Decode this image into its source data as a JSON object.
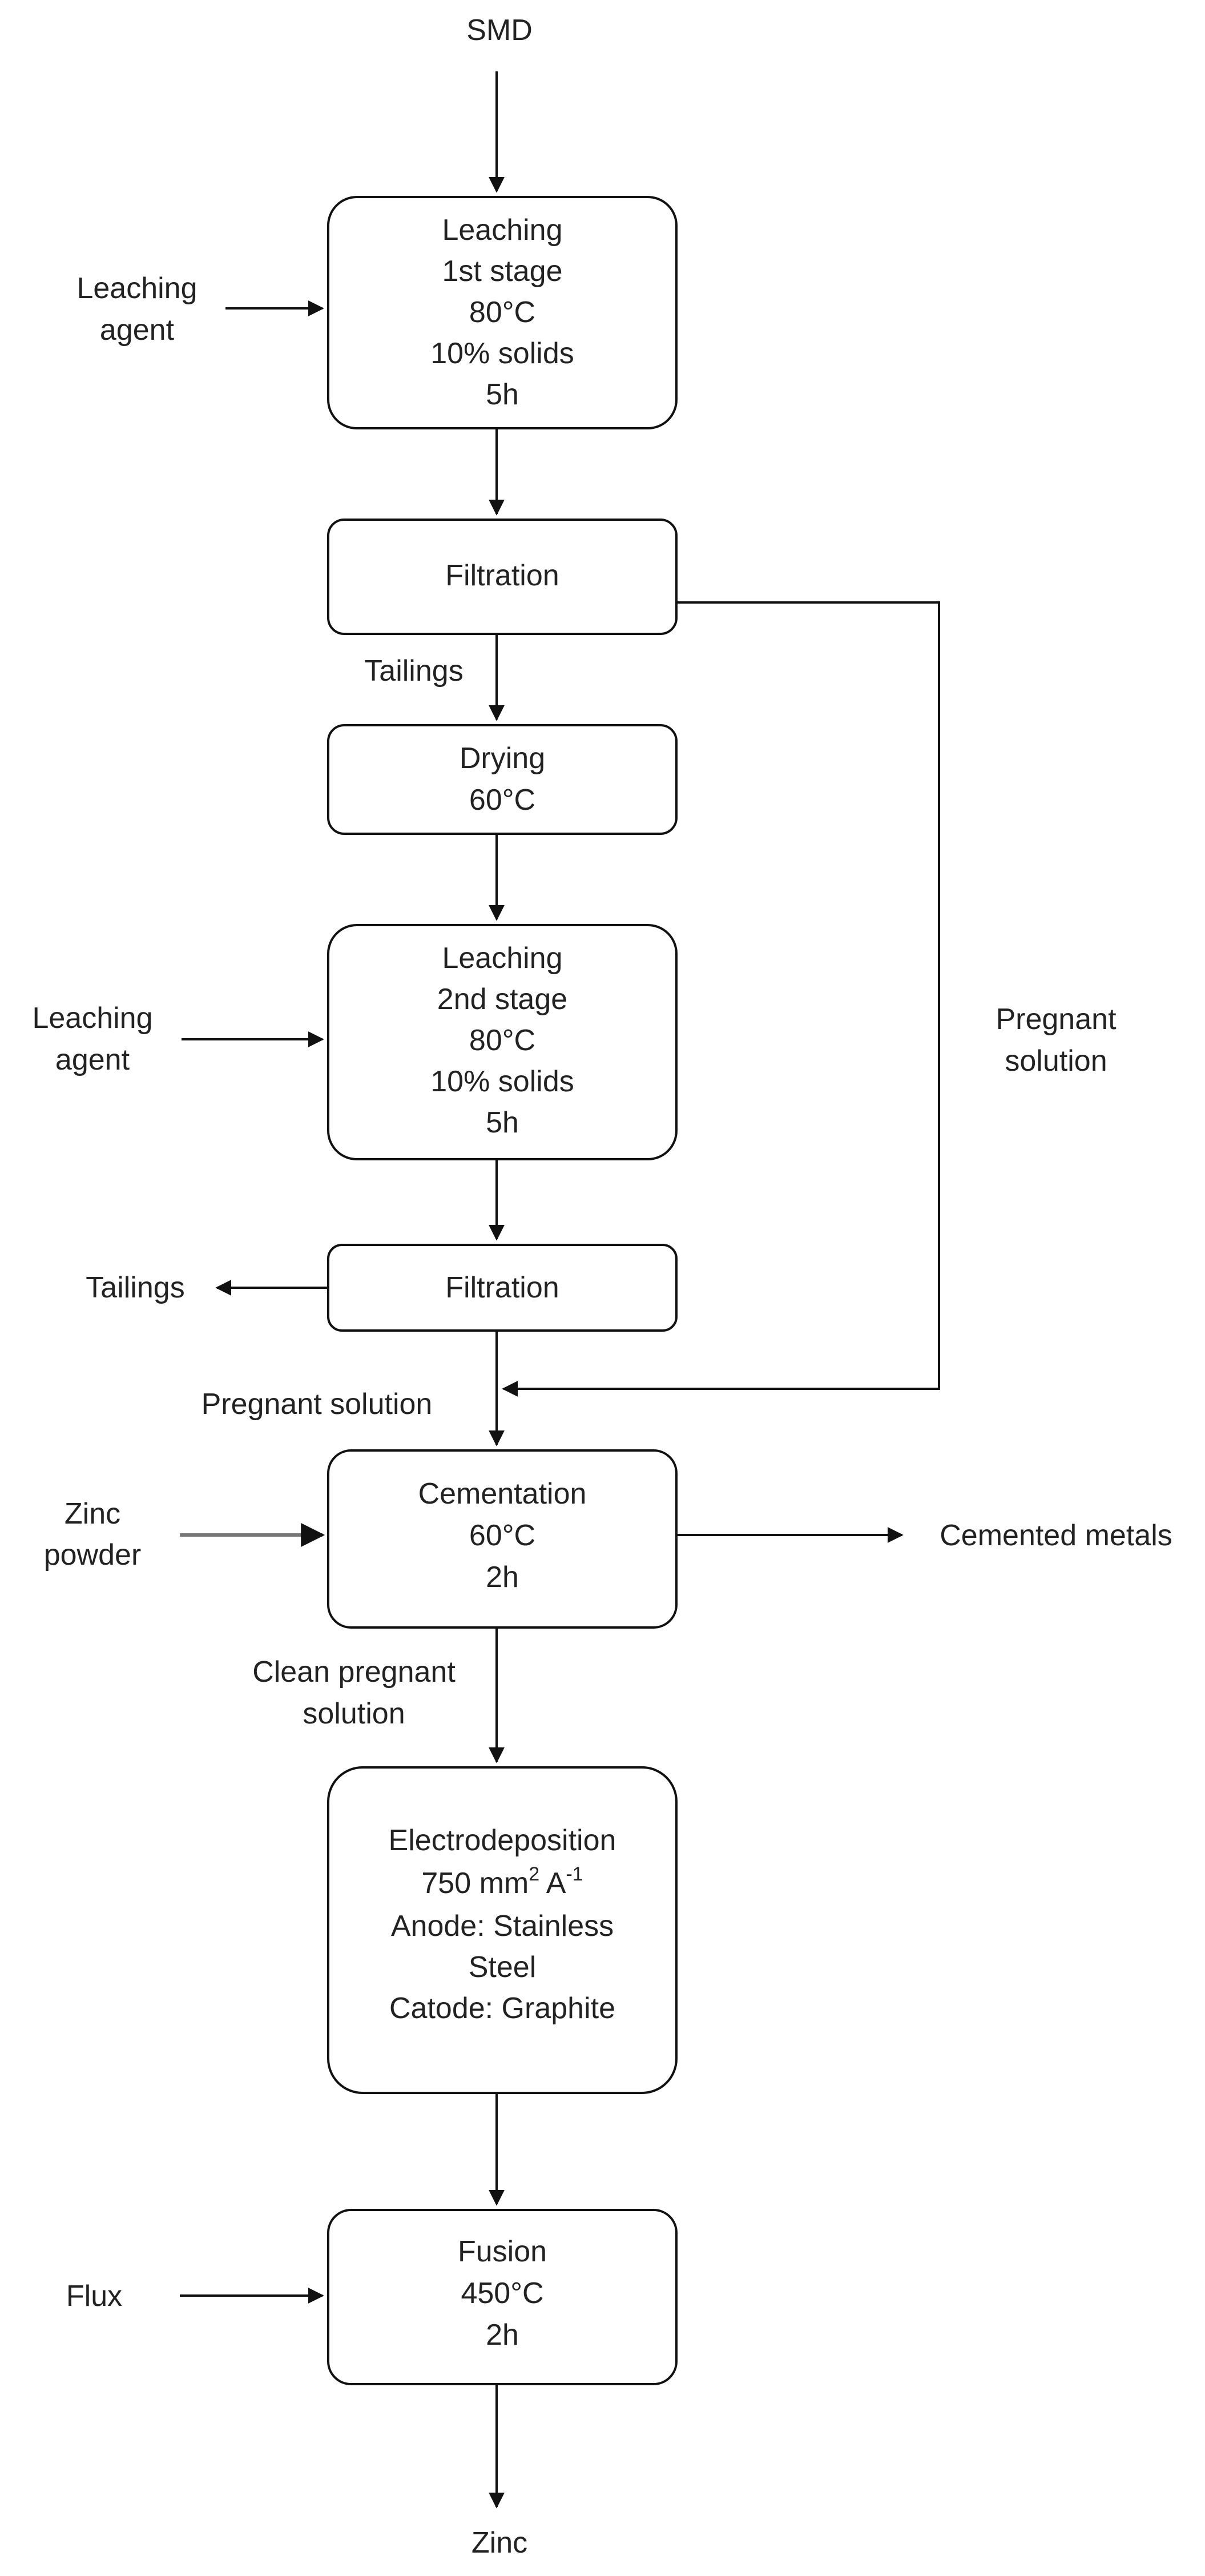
{
  "diagram": {
    "type": "flowchart",
    "nodes": {
      "leach1": [
        "Leaching",
        "1st stage",
        "80°C",
        "10% solids",
        "5h"
      ],
      "filt1": [
        "Filtration"
      ],
      "dry": [
        "Drying",
        "60°C"
      ],
      "leach2": [
        "Leaching",
        "2nd stage",
        "80°C",
        "10% solids",
        "5h"
      ],
      "filt2": [
        "Filtration"
      ],
      "cement": [
        "Cementation",
        "60°C",
        "2h"
      ],
      "electro": {
        "title": "Electrodeposition",
        "density_value": "750 mm",
        "density_sup1": "2",
        "density_unit": " A",
        "density_sup2": "-1",
        "anode1": "Anode: Stainless",
        "anode2": "Steel",
        "cathode": "Catode: Graphite"
      },
      "fusion": [
        "Fusion",
        "450°C",
        "2h"
      ]
    },
    "labels": {
      "smd": "SMD",
      "agent1": [
        "Leaching",
        "agent"
      ],
      "tailings1": "Tailings",
      "agent2": [
        "Leaching",
        "agent"
      ],
      "pregnant_side": [
        "Pregnant",
        "solution"
      ],
      "tailings2": "Tailings",
      "pregnant_main": "Pregnant solution",
      "zinc_powder": [
        "Zinc",
        "powder"
      ],
      "cemented": "Cemented metals",
      "clean": [
        "Clean pregnant",
        "solution"
      ],
      "flux": "Flux",
      "zinc": "Zinc"
    },
    "colors": {
      "stroke": "#111111",
      "text": "#222222",
      "zinc_powder_arrow": "#777777"
    }
  }
}
